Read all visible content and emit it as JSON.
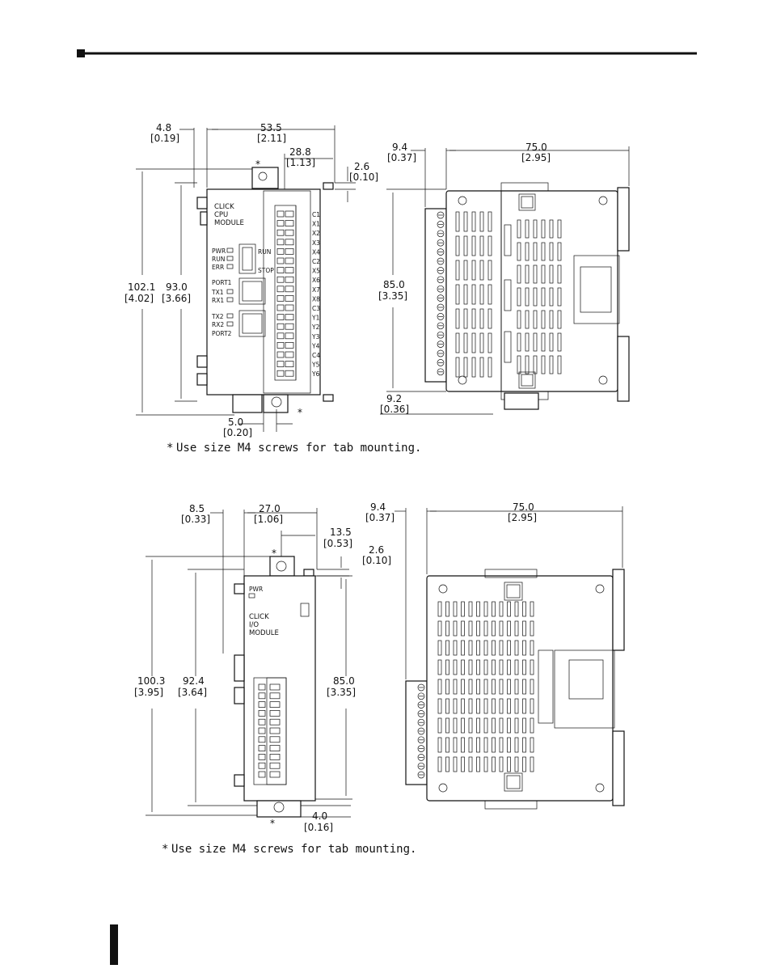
{
  "colors": {
    "ink": "#111111",
    "paper": "#ffffff"
  },
  "cpu_module": {
    "front": {
      "labels": [
        "CLICK",
        "CPU",
        "MODULE"
      ],
      "status_leds": [
        "PWR",
        "RUN",
        "ERR"
      ],
      "switch_labels": {
        "run": "RUN",
        "stop": "STOP"
      },
      "port1": {
        "title": "PORT1",
        "leds": [
          "TX1",
          "RX1"
        ]
      },
      "port2": {
        "title": "PORT2",
        "leds": [
          "TX2",
          "RX2"
        ]
      },
      "terminals": [
        "C1",
        "X1",
        "X2",
        "X3",
        "X4",
        "C2",
        "X5",
        "X6",
        "X7",
        "X8",
        "C3",
        "Y1",
        "Y2",
        "Y3",
        "Y4",
        "C4",
        "Y5",
        "Y6"
      ]
    },
    "dims": {
      "d_4_8": {
        "mm": "4.8",
        "in": "[0.19]"
      },
      "d_53_5": {
        "mm": "53.5",
        "in": "[2.11]"
      },
      "d_28_8": {
        "mm": "28.8",
        "in": "[1.13]"
      },
      "d_2_6": {
        "mm": "2.6",
        "in": "[0.10]"
      },
      "d_102_1": {
        "mm": "102.1",
        "in": "[4.02]"
      },
      "d_93_0": {
        "mm": "93.0",
        "in": "[3.66]"
      },
      "d_5_0": {
        "mm": "5.0",
        "in": "[0.20]"
      },
      "d_9_4": {
        "mm": "9.4",
        "in": "[0.37]"
      },
      "d_75_0": {
        "mm": "75.0",
        "in": "[2.95]"
      },
      "d_85_0": {
        "mm": "85.0",
        "in": "[3.35]"
      },
      "d_9_2": {
        "mm": "9.2",
        "in": "[0.36]"
      }
    },
    "asterisk": "*",
    "note": "Use size M4 screws for tab mounting."
  },
  "io_module": {
    "front": {
      "pwr_label": "PWR",
      "labels": [
        "CLICK",
        "I/O",
        "MODULE"
      ]
    },
    "dims": {
      "d_8_5": {
        "mm": "8.5",
        "in": "[0.33]"
      },
      "d_27_0": {
        "mm": "27.0",
        "in": "[1.06]"
      },
      "d_13_5": {
        "mm": "13.5",
        "in": "[0.53]"
      },
      "d_2_6": {
        "mm": "2.6",
        "in": "[0.10]"
      },
      "d_100_3": {
        "mm": "100.3",
        "in": "[3.95]"
      },
      "d_92_4": {
        "mm": "92.4",
        "in": "[3.64]"
      },
      "d_85_0": {
        "mm": "85.0",
        "in": "[3.35]"
      },
      "d_4_0": {
        "mm": "4.0",
        "in": "[0.16]"
      },
      "d_9_4": {
        "mm": "9.4",
        "in": "[0.37]"
      },
      "d_75_0": {
        "mm": "75.0",
        "in": "[2.95]"
      }
    },
    "asterisk": "*",
    "note": "Use size M4 screws for tab mounting."
  }
}
